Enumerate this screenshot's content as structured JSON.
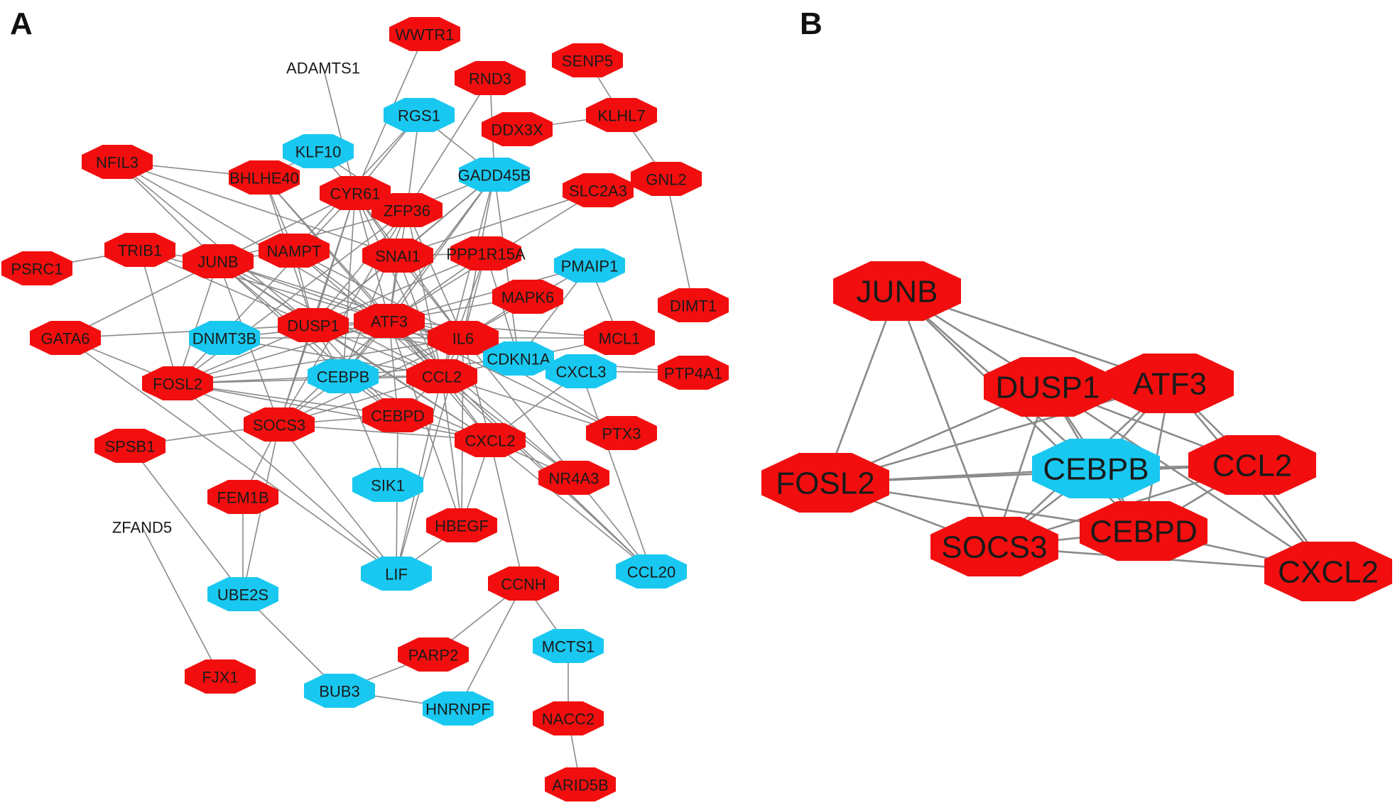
{
  "colors": {
    "up": "#f20e0e",
    "down": "#19c8f0",
    "edge": "#8a8a8a",
    "label": "#1a1a1a"
  },
  "panels": [
    {
      "id": "A",
      "label": "A",
      "nodes": [
        {
          "id": "WWTR1",
          "label": "WWTR1",
          "type": "up"
        },
        {
          "id": "ADAMTS1",
          "label": "ADAMTS1",
          "type": "none"
        },
        {
          "id": "RND3",
          "label": "RND3",
          "type": "up"
        },
        {
          "id": "SENP5",
          "label": "SENP5",
          "type": "up"
        },
        {
          "id": "RGS1",
          "label": "RGS1",
          "type": "down"
        },
        {
          "id": "KLHL7",
          "label": "KLHL7",
          "type": "up"
        },
        {
          "id": "DDX3X",
          "label": "DDX3X",
          "type": "up"
        },
        {
          "id": "KLF10",
          "label": "KLF10",
          "type": "down"
        },
        {
          "id": "NFIL3",
          "label": "NFIL3",
          "type": "up"
        },
        {
          "id": "BHLHE40",
          "label": "BHLHE40",
          "type": "up"
        },
        {
          "id": "GADD45B",
          "label": "GADD45B",
          "type": "down"
        },
        {
          "id": "SLC2A3",
          "label": "SLC2A3",
          "type": "up"
        },
        {
          "id": "GNL2",
          "label": "GNL2",
          "type": "up"
        },
        {
          "id": "CYR61",
          "label": "CYR61",
          "type": "up"
        },
        {
          "id": "ZFP36",
          "label": "ZFP36",
          "type": "up"
        },
        {
          "id": "TRIB1",
          "label": "TRIB1",
          "type": "up"
        },
        {
          "id": "JUNB",
          "label": "JUNB",
          "type": "up"
        },
        {
          "id": "NAMPT",
          "label": "NAMPT",
          "type": "up"
        },
        {
          "id": "SNAI1",
          "label": "SNAI1",
          "type": "up"
        },
        {
          "id": "PPP1R15A",
          "label": "PPP1R15A",
          "type": "up"
        },
        {
          "id": "PMAIP1",
          "label": "PMAIP1",
          "type": "down"
        },
        {
          "id": "PSRC1",
          "label": "PSRC1",
          "type": "up"
        },
        {
          "id": "MAPK6",
          "label": "MAPK6",
          "type": "up"
        },
        {
          "id": "DIMT1",
          "label": "DIMT1",
          "type": "up"
        },
        {
          "id": "GATA6",
          "label": "GATA6",
          "type": "up"
        },
        {
          "id": "DNMT3B",
          "label": "DNMT3B",
          "type": "down"
        },
        {
          "id": "DUSP1",
          "label": "DUSP1",
          "type": "up"
        },
        {
          "id": "ATF3",
          "label": "ATF3",
          "type": "up"
        },
        {
          "id": "IL6",
          "label": "IL6",
          "type": "up"
        },
        {
          "id": "MCL1",
          "label": "MCL1",
          "type": "up"
        },
        {
          "id": "CDKN1A",
          "label": "CDKN1A",
          "type": "down"
        },
        {
          "id": "CXCL3",
          "label": "CXCL3",
          "type": "down"
        },
        {
          "id": "PTP4A1",
          "label": "PTP4A1",
          "type": "up"
        },
        {
          "id": "FOSL2",
          "label": "FOSL2",
          "type": "up"
        },
        {
          "id": "CEBPB",
          "label": "CEBPB",
          "type": "down"
        },
        {
          "id": "CCL2",
          "label": "CCL2",
          "type": "up"
        },
        {
          "id": "SOCS3",
          "label": "SOCS3",
          "type": "up"
        },
        {
          "id": "CEBPD",
          "label": "CEBPD",
          "type": "up"
        },
        {
          "id": "CXCL2",
          "label": "CXCL2",
          "type": "up"
        },
        {
          "id": "PTX3",
          "label": "PTX3",
          "type": "up"
        },
        {
          "id": "SPSB1",
          "label": "SPSB1",
          "type": "up"
        },
        {
          "id": "SIK1",
          "label": "SIK1",
          "type": "down"
        },
        {
          "id": "NR4A3",
          "label": "NR4A3",
          "type": "up"
        },
        {
          "id": "FEM1B",
          "label": "FEM1B",
          "type": "up"
        },
        {
          "id": "ZFAND5",
          "label": "ZFAND5",
          "type": "none"
        },
        {
          "id": "HBEGF",
          "label": "HBEGF",
          "type": "up"
        },
        {
          "id": "LIF",
          "label": "LIF",
          "type": "down"
        },
        {
          "id": "CCL20",
          "label": "CCL20",
          "type": "down"
        },
        {
          "id": "UBE2S",
          "label": "UBE2S",
          "type": "down"
        },
        {
          "id": "CCNH",
          "label": "CCNH",
          "type": "up"
        },
        {
          "id": "MCTS1",
          "label": "MCTS1",
          "type": "down"
        },
        {
          "id": "PARP2",
          "label": "PARP2",
          "type": "up"
        },
        {
          "id": "FJX1",
          "label": "FJX1",
          "type": "up"
        },
        {
          "id": "BUB3",
          "label": "BUB3",
          "type": "down"
        },
        {
          "id": "HNRNPF",
          "label": "HNRNPF",
          "type": "down"
        },
        {
          "id": "NACC2",
          "label": "NACC2",
          "type": "up"
        },
        {
          "id": "ARID5B",
          "label": "ARID5B",
          "type": "up"
        }
      ],
      "edges": [
        [
          "WWTR1",
          "CYR61"
        ],
        [
          "ADAMTS1",
          "CYR61"
        ],
        [
          "RND3",
          "ZFP36"
        ],
        [
          "RND3",
          "GADD45B"
        ],
        [
          "SENP5",
          "KLHL7"
        ],
        [
          "KLHL7",
          "DDX3X"
        ],
        [
          "KLHL7",
          "GNL2"
        ],
        [
          "GNL2",
          "DIMT1"
        ],
        [
          "RGS1",
          "CYR61"
        ],
        [
          "RGS1",
          "GADD45B"
        ],
        [
          "RGS1",
          "ZFP36"
        ],
        [
          "RGS1",
          "NAMPT"
        ],
        [
          "KLF10",
          "BHLHE40"
        ],
        [
          "KLF10",
          "ZFP36"
        ],
        [
          "KLF10",
          "CYR61"
        ],
        [
          "NFIL3",
          "BHLHE40"
        ],
        [
          "NFIL3",
          "SNAI1"
        ],
        [
          "NFIL3",
          "ATF3"
        ],
        [
          "NFIL3",
          "JUNB"
        ],
        [
          "NFIL3",
          "DUSP1"
        ],
        [
          "BHLHE40",
          "ATF3"
        ],
        [
          "BHLHE40",
          "CCL2"
        ],
        [
          "BHLHE40",
          "DUSP1"
        ],
        [
          "BHLHE40",
          "NAMPT"
        ],
        [
          "GADD45B",
          "ATF3"
        ],
        [
          "GADD45B",
          "DUSP1"
        ],
        [
          "GADD45B",
          "CCL2"
        ],
        [
          "GADD45B",
          "SNAI1"
        ],
        [
          "GADD45B",
          "IL6"
        ],
        [
          "GADD45B",
          "CEBPB"
        ],
        [
          "GADD45B",
          "CDKN1A"
        ],
        [
          "GADD45B",
          "ZFP36"
        ],
        [
          "SLC2A3",
          "SNAI1"
        ],
        [
          "SLC2A3",
          "ATF3"
        ],
        [
          "CYR61",
          "ATF3"
        ],
        [
          "CYR61",
          "IL6"
        ],
        [
          "CYR61",
          "JUNB"
        ],
        [
          "CYR61",
          "SNAI1"
        ],
        [
          "CYR61",
          "DUSP1"
        ],
        [
          "CYR61",
          "CCL2"
        ],
        [
          "CYR61",
          "CEBPB"
        ],
        [
          "CYR61",
          "FOSL2"
        ],
        [
          "CYR61",
          "SOCS3"
        ],
        [
          "ZFP36",
          "ATF3"
        ],
        [
          "ZFP36",
          "DUSP1"
        ],
        [
          "ZFP36",
          "JUNB"
        ],
        [
          "ZFP36",
          "IL6"
        ],
        [
          "ZFP36",
          "CCL2"
        ],
        [
          "ZFP36",
          "CEBPB"
        ],
        [
          "ZFP36",
          "SOCS3"
        ],
        [
          "ZFP36",
          "FOSL2"
        ],
        [
          "TRIB1",
          "PSRC1"
        ],
        [
          "TRIB1",
          "ATF3"
        ],
        [
          "TRIB1",
          "DUSP1"
        ],
        [
          "TRIB1",
          "JUNB"
        ],
        [
          "TRIB1",
          "FOSL2"
        ],
        [
          "JUNB",
          "ATF3"
        ],
        [
          "JUNB",
          "DUSP1"
        ],
        [
          "JUNB",
          "FOSL2"
        ],
        [
          "JUNB",
          "SOCS3"
        ],
        [
          "JUNB",
          "CEBPB"
        ],
        [
          "JUNB",
          "CCL2"
        ],
        [
          "JUNB",
          "CXCL2"
        ],
        [
          "JUNB",
          "IL6"
        ],
        [
          "JUNB",
          "CEBPD"
        ],
        [
          "JUNB",
          "GATA6"
        ],
        [
          "JUNB",
          "NAMPT"
        ],
        [
          "NAMPT",
          "ATF3"
        ],
        [
          "NAMPT",
          "IL6"
        ],
        [
          "NAMPT",
          "CCL2"
        ],
        [
          "NAMPT",
          "DUSP1"
        ],
        [
          "SNAI1",
          "ATF3"
        ],
        [
          "SNAI1",
          "IL6"
        ],
        [
          "SNAI1",
          "DUSP1"
        ],
        [
          "SNAI1",
          "CCL2"
        ],
        [
          "SNAI1",
          "PPP1R15A"
        ],
        [
          "PPP1R15A",
          "ATF3"
        ],
        [
          "PPP1R15A",
          "IL6"
        ],
        [
          "PPP1R15A",
          "DUSP1"
        ],
        [
          "PPP1R15A",
          "CDKN1A"
        ],
        [
          "PPP1R15A",
          "CCL2"
        ],
        [
          "PMAIP1",
          "ATF3"
        ],
        [
          "PMAIP1",
          "MCL1"
        ],
        [
          "PMAIP1",
          "IL6"
        ],
        [
          "PMAIP1",
          "CDKN1A"
        ],
        [
          "MAPK6",
          "IL6"
        ],
        [
          "MAPK6",
          "ATF3"
        ],
        [
          "GATA6",
          "DUSP1"
        ],
        [
          "GATA6",
          "FOSL2"
        ],
        [
          "GATA6",
          "LIF"
        ],
        [
          "DNMT3B",
          "ATF3"
        ],
        [
          "DNMT3B",
          "IL6"
        ],
        [
          "DNMT3B",
          "CCL2"
        ],
        [
          "DUSP1",
          "ATF3"
        ],
        [
          "DUSP1",
          "CEBPB"
        ],
        [
          "DUSP1",
          "CCL2"
        ],
        [
          "DUSP1",
          "FOSL2"
        ],
        [
          "DUSP1",
          "SOCS3"
        ],
        [
          "DUSP1",
          "CEBPD"
        ],
        [
          "DUSP1",
          "CXCL2"
        ],
        [
          "DUSP1",
          "IL6"
        ],
        [
          "DUSP1",
          "CDKN1A"
        ],
        [
          "ATF3",
          "CEBPB"
        ],
        [
          "ATF3",
          "CCL2"
        ],
        [
          "ATF3",
          "FOSL2"
        ],
        [
          "ATF3",
          "SOCS3"
        ],
        [
          "ATF3",
          "CEBPD"
        ],
        [
          "ATF3",
          "CXCL2"
        ],
        [
          "ATF3",
          "IL6"
        ],
        [
          "ATF3",
          "CDKN1A"
        ],
        [
          "ATF3",
          "NR4A3"
        ],
        [
          "ATF3",
          "HBEGF"
        ],
        [
          "ATF3",
          "MCL1"
        ],
        [
          "ATF3",
          "CCL20"
        ],
        [
          "ATF3",
          "PTX3"
        ],
        [
          "ATF3",
          "CXCL3"
        ],
        [
          "IL6",
          "CCL2"
        ],
        [
          "IL6",
          "CEBPB"
        ],
        [
          "IL6",
          "SOCS3"
        ],
        [
          "IL6",
          "CXCL2"
        ],
        [
          "IL6",
          "CDKN1A"
        ],
        [
          "IL6",
          "MCL1"
        ],
        [
          "IL6",
          "LIF"
        ],
        [
          "IL6",
          "CCL20"
        ],
        [
          "IL6",
          "PTX3"
        ],
        [
          "IL6",
          "HBEGF"
        ],
        [
          "IL6",
          "CXCL3"
        ],
        [
          "IL6",
          "FOSL2"
        ],
        [
          "MCL1",
          "CDKN1A"
        ],
        [
          "CDKN1A",
          "CCL2"
        ],
        [
          "CDKN1A",
          "PTP4A1"
        ],
        [
          "CDKN1A",
          "CEBPB"
        ],
        [
          "CXCL3",
          "CXCL2"
        ],
        [
          "CXCL3",
          "CCL20"
        ],
        [
          "CXCL3",
          "PTP4A1"
        ],
        [
          "FOSL2",
          "CEBPB"
        ],
        [
          "FOSL2",
          "SOCS3"
        ],
        [
          "FOSL2",
          "CCL2"
        ],
        [
          "FOSL2",
          "CEBPD"
        ],
        [
          "FOSL2",
          "LIF"
        ],
        [
          "FOSL2",
          "CXCL2"
        ],
        [
          "CEBPB",
          "SOCS3"
        ],
        [
          "CEBPB",
          "CCL2"
        ],
        [
          "CEBPB",
          "CEBPD"
        ],
        [
          "CEBPB",
          "SIK1"
        ],
        [
          "CEBPB",
          "CXCL2"
        ],
        [
          "CCL2",
          "SOCS3"
        ],
        [
          "CCL2",
          "CEBPD"
        ],
        [
          "CCL2",
          "CXCL2"
        ],
        [
          "CCL2",
          "PTX3"
        ],
        [
          "CCL2",
          "HBEGF"
        ],
        [
          "CCL2",
          "LIF"
        ],
        [
          "CCL2",
          "CCL20"
        ],
        [
          "CCL2",
          "NR4A3"
        ],
        [
          "SOCS3",
          "CEBPD"
        ],
        [
          "SOCS3",
          "CXCL2"
        ],
        [
          "SOCS3",
          "SPSB1"
        ],
        [
          "SOCS3",
          "FEM1B"
        ],
        [
          "SOCS3",
          "UBE2S"
        ],
        [
          "SOCS3",
          "LIF"
        ],
        [
          "CEBPD",
          "CXCL2"
        ],
        [
          "CEBPD",
          "LIF"
        ],
        [
          "CXCL2",
          "CCL20"
        ],
        [
          "CXCL2",
          "HBEGF"
        ],
        [
          "CXCL2",
          "NR4A3"
        ],
        [
          "CXCL2",
          "CCNH"
        ],
        [
          "SPSB1",
          "UBE2S"
        ],
        [
          "FEM1B",
          "UBE2S"
        ],
        [
          "ZFAND5",
          "FJX1"
        ],
        [
          "HBEGF",
          "LIF"
        ],
        [
          "UBE2S",
          "BUB3"
        ],
        [
          "CCNH",
          "MCTS1"
        ],
        [
          "CCNH",
          "PARP2"
        ],
        [
          "CCNH",
          "HNRNPF"
        ],
        [
          "PARP2",
          "BUB3"
        ],
        [
          "BUB3",
          "HNRNPF"
        ],
        [
          "MCTS1",
          "NACC2"
        ],
        [
          "NACC2",
          "ARID5B"
        ]
      ]
    },
    {
      "id": "B",
      "label": "B",
      "nodes": [
        {
          "id": "JUNB",
          "label": "JUNB",
          "type": "up"
        },
        {
          "id": "DUSP1",
          "label": "DUSP1",
          "type": "up"
        },
        {
          "id": "ATF3",
          "label": "ATF3",
          "type": "up"
        },
        {
          "id": "FOSL2",
          "label": "FOSL2",
          "type": "up"
        },
        {
          "id": "CEBPB",
          "label": "CEBPB",
          "type": "down"
        },
        {
          "id": "CCL2",
          "label": "CCL2",
          "type": "up"
        },
        {
          "id": "SOCS3",
          "label": "SOCS3",
          "type": "up"
        },
        {
          "id": "CEBPD",
          "label": "CEBPD",
          "type": "up"
        },
        {
          "id": "CXCL2",
          "label": "CXCL2",
          "type": "up"
        }
      ],
      "edges": [
        [
          "JUNB",
          "DUSP1"
        ],
        [
          "JUNB",
          "ATF3"
        ],
        [
          "JUNB",
          "FOSL2"
        ],
        [
          "JUNB",
          "SOCS3"
        ],
        [
          "JUNB",
          "CEBPB"
        ],
        [
          "JUNB",
          "CEBPD"
        ],
        [
          "DUSP1",
          "ATF3"
        ],
        [
          "DUSP1",
          "FOSL2"
        ],
        [
          "DUSP1",
          "CEBPB"
        ],
        [
          "DUSP1",
          "CCL2"
        ],
        [
          "DUSP1",
          "SOCS3"
        ],
        [
          "DUSP1",
          "CEBPD"
        ],
        [
          "DUSP1",
          "CXCL2"
        ],
        [
          "ATF3",
          "FOSL2"
        ],
        [
          "ATF3",
          "CEBPB"
        ],
        [
          "ATF3",
          "CCL2"
        ],
        [
          "ATF3",
          "SOCS3"
        ],
        [
          "ATF3",
          "CEBPD"
        ],
        [
          "ATF3",
          "CXCL2"
        ],
        [
          "FOSL2",
          "CEBPB"
        ],
        [
          "FOSL2",
          "SOCS3"
        ],
        [
          "FOSL2",
          "CEBPD"
        ],
        [
          "FOSL2",
          "CCL2"
        ],
        [
          "CEBPB",
          "CCL2"
        ],
        [
          "CEBPB",
          "SOCS3"
        ],
        [
          "CEBPB",
          "CEBPD"
        ],
        [
          "CCL2",
          "CEBPD"
        ],
        [
          "CCL2",
          "CXCL2"
        ],
        [
          "CCL2",
          "SOCS3"
        ],
        [
          "SOCS3",
          "CEBPD"
        ],
        [
          "SOCS3",
          "CXCL2"
        ],
        [
          "CEBPD",
          "CXCL2"
        ]
      ]
    }
  ]
}
